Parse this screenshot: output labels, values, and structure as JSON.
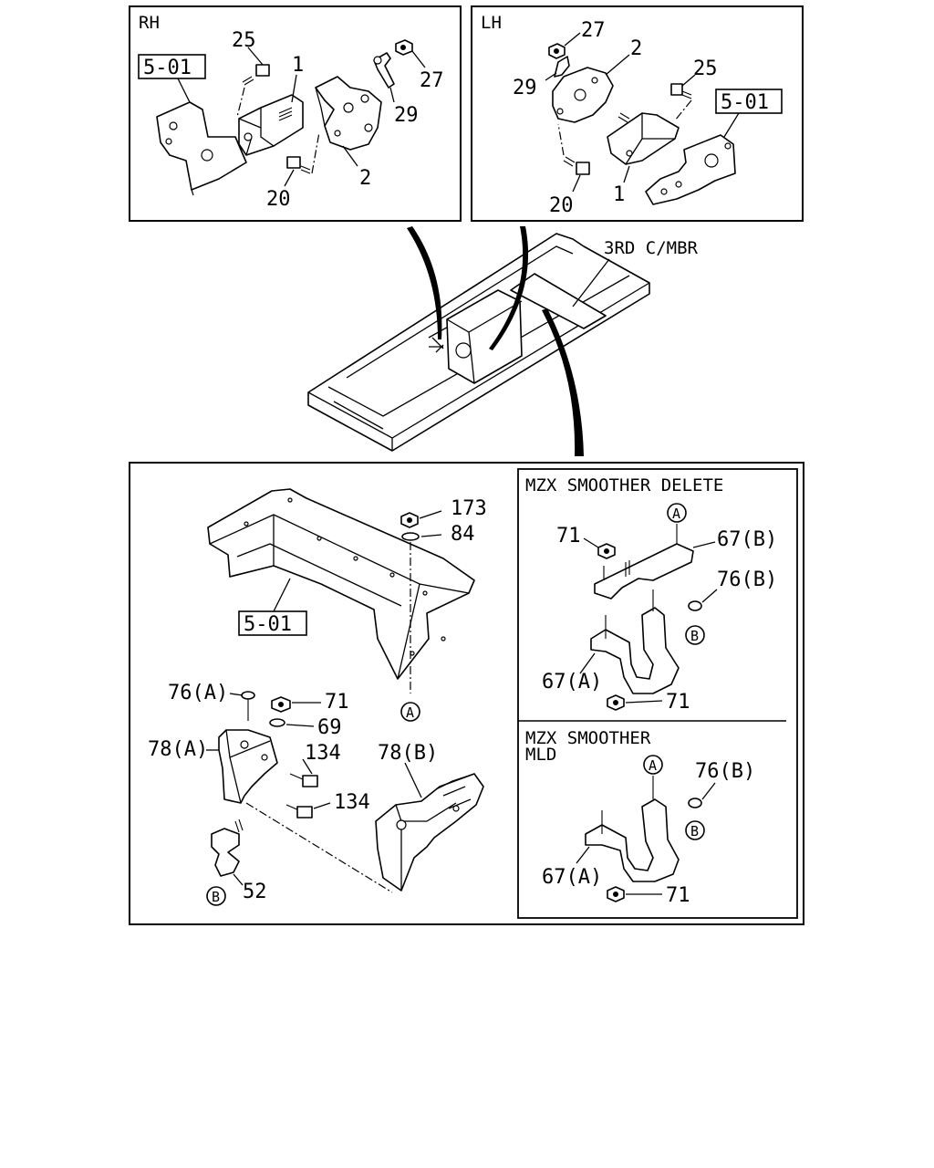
{
  "panels": {
    "rh": {
      "title": "RH",
      "ref_box": "5-01",
      "callouts": [
        "25",
        "1",
        "27",
        "29",
        "2",
        "20"
      ]
    },
    "lh": {
      "title": "LH",
      "ref_box": "5-01",
      "callouts": [
        "27",
        "2",
        "29",
        "25",
        "20",
        "1"
      ]
    },
    "frame_view": {
      "label": "3RD C/MBR"
    },
    "main": {
      "ref_box": "5-01",
      "callouts": [
        "173",
        "84",
        "76(A)",
        "71",
        "69",
        "78(A)",
        "134",
        "134",
        "78(B)",
        "52"
      ],
      "circle_refs": [
        "A",
        "B"
      ]
    },
    "smoother_delete": {
      "title": "MZX SMOOTHER DELETE",
      "callouts": [
        "71",
        "67(B)",
        "76(B)",
        "67(A)",
        "71"
      ],
      "circle_refs": [
        "A",
        "B"
      ]
    },
    "smoother_mld": {
      "title_line1": "MZX SMOOTHER",
      "title_line2": "MLD",
      "callouts": [
        "76(B)",
        "67(A)",
        "71"
      ],
      "circle_refs": [
        "A",
        "B"
      ]
    }
  }
}
